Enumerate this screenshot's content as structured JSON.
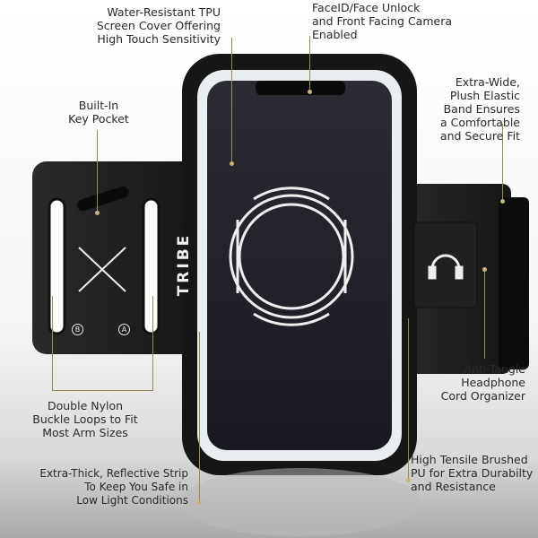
{
  "brand": "TRIBE",
  "buckle_labels": {
    "left": "B",
    "right": "A"
  },
  "callouts": {
    "screen_cover": [
      "Water-Resistant TPU",
      "Screen Cover Offering",
      "High Touch Sensitivity"
    ],
    "face_id": [
      "FaceID/Face Unlock",
      "and Front Facing Camera",
      "Enabled"
    ],
    "elastic_band": [
      "Extra-Wide,",
      "Plush Elastic",
      "Band Ensures",
      "a Comfortable",
      "and Secure Fit"
    ],
    "key_pocket": [
      "Built-In",
      "Key Pocket"
    ],
    "buckle_loops": [
      "Double Nylon",
      "Buckle Loops to Fit",
      "Most Arm Sizes"
    ],
    "cord_organizer": [
      "Anti-Tangle",
      "Headphone",
      "Cord Organizer"
    ],
    "reflective_strip": [
      "Extra-Thick, Reflective Strip",
      "To Keep You Safe in",
      "Low Light Conditions"
    ],
    "brushed_pu": [
      "High Tensile Brushed",
      "PU for Extra Durabilty",
      "and Resistance"
    ]
  },
  "colors": {
    "accent": "#9c8a55",
    "band": "#1c1c1c",
    "reflective": "#e9eef0"
  }
}
